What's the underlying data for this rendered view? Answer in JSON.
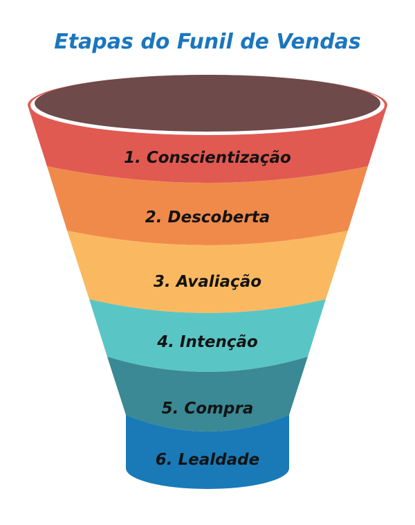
{
  "page": {
    "background_color": "#ffffff"
  },
  "title": {
    "text": "Etapas do Funil de Vendas",
    "color": "#1b76bd"
  },
  "funnel": {
    "top_opening_color": "#6e4a4a",
    "rim_color": "#ffffff",
    "label_color": "#131313",
    "stages": [
      {
        "label": "1. Conscientização",
        "color": "#e05a52"
      },
      {
        "label": "2. Descoberta",
        "color": "#f08a4b"
      },
      {
        "label": "3. Avaliação",
        "color": "#fab961"
      },
      {
        "label": "4. Intenção",
        "color": "#5ac5c5"
      },
      {
        "label": "5. Compra",
        "color": "#3a8994"
      },
      {
        "label": "6. Lealdade",
        "color": "#1a7ab8"
      }
    ]
  }
}
